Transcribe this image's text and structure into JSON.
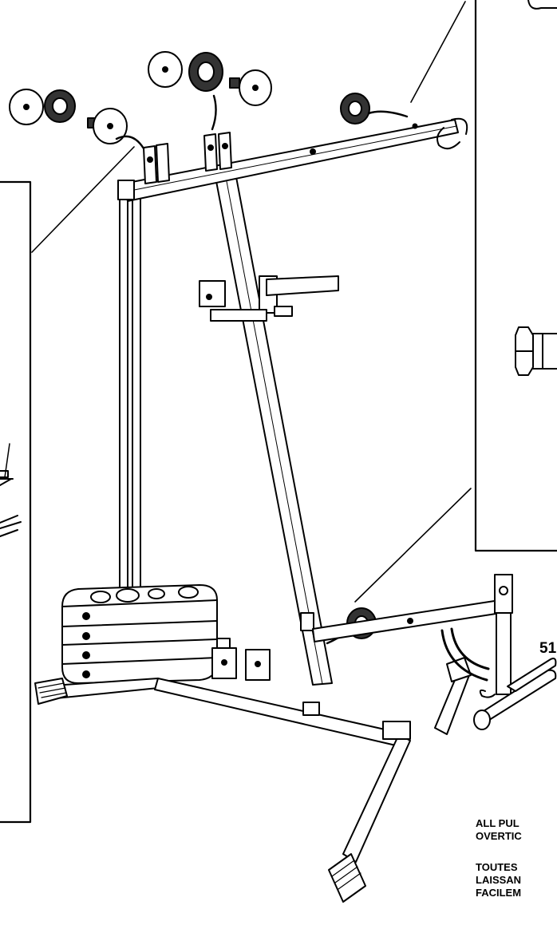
{
  "callouts": {
    "part_number": "51"
  },
  "notes": {
    "en_line1": "ALL PUL",
    "en_line2": "OVERTIC",
    "fr_line1": "TOUTES",
    "fr_line2": "LAISSAN",
    "fr_line3": "FACILEM"
  },
  "colors": {
    "line": "#000000",
    "fill": "#ffffff",
    "shade": "#444444"
  },
  "icons": {
    "pulley": "pulley-icon",
    "bolt": "hex-bolt-icon"
  }
}
